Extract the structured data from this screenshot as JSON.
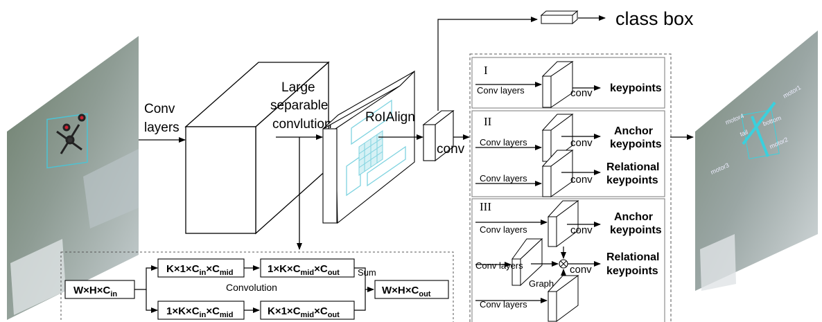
{
  "labels": {
    "conv_layers_1": "Conv",
    "conv_layers_2": "layers",
    "lsc_1": "Large",
    "lsc_2": "separable",
    "lsc_3": "convlution",
    "roialign": "RoIAlign",
    "conv": "conv",
    "class_box": "class box"
  },
  "panels": {
    "p1": {
      "roman": "I",
      "input": "Conv layers",
      "conv": "conv",
      "output": "keypoints"
    },
    "p2": {
      "roman": "II",
      "input_a": "Conv layers",
      "conv_a": "conv",
      "out_a_1": "Anchor",
      "out_a_2": "keypoints",
      "input_b": "Conv layers",
      "conv_b": "conv",
      "out_b_1": "Relational",
      "out_b_2": "keypoints"
    },
    "p3": {
      "roman": "III",
      "input_a": "Conv layers",
      "conv_a": "conv",
      "out_a_1": "Anchor",
      "out_a_2": "keypoints",
      "input_b": "Conv layers",
      "graph": "Graph",
      "conv_b": "conv",
      "out_b_1": "Relational",
      "out_b_2": "keypoints",
      "input_c": "Conv layers",
      "otimes": "⊗"
    }
  },
  "bottom": {
    "in_main": "W×H×C",
    "in_sub": "in",
    "top1_main": "K×1×C",
    "top1_sub1": "in",
    "top1_mid": "×C",
    "top1_sub2": "mid",
    "top2_main": "1×K×C",
    "top2_sub1": "mid",
    "top2_mid": "×C",
    "top2_sub2": "out",
    "bot1_main": "1×K×C",
    "bot1_sub1": "in",
    "bot1_mid": "×C",
    "bot1_sub2": "mid",
    "bot2_main": "K×1×C",
    "bot2_sub1": "mid",
    "bot2_mid": "×C",
    "bot2_sub2": "out",
    "sum": "Sum",
    "convolution": "Convolution",
    "out_main": "W×H×C",
    "out_sub": "out"
  },
  "output_image": {
    "motor1": "motor1",
    "motor2": "motor2",
    "motor3": "motor3",
    "motor4": "motor4",
    "bottom": "bottom",
    "tail": "tail"
  }
}
